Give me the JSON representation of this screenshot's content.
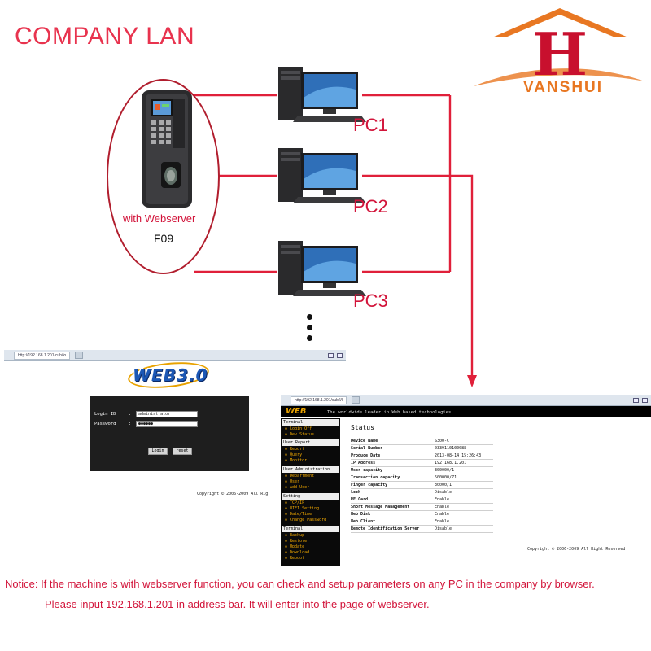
{
  "title": "COMPANY LAN",
  "logo": {
    "text": "VANSHUI",
    "letter": "H"
  },
  "device": {
    "caption": "with Webserver",
    "model": "F09"
  },
  "pcs": [
    {
      "label": "PC1"
    },
    {
      "label": "PC2"
    },
    {
      "label": "PC3"
    }
  ],
  "login_window": {
    "url": "http://192.168.1.201/cub/lo",
    "web_logo": "WEB3.0",
    "login_id_label": "Login ID",
    "login_id_value": "administrator",
    "password_label": "Password",
    "password_value": "●●●●●●",
    "login_button": "Login",
    "reset_button": "reset",
    "copyright": "Copyright © 2006-2009 All Rig"
  },
  "status_window": {
    "url": "http://192.168.1.201/cub/l/l",
    "header_logo": "WEB",
    "header_text": "The worldwide leader in Web based technologies.",
    "menu": [
      {
        "heading": "Terminal",
        "items": [
          "Login Off",
          "Dev Status"
        ]
      },
      {
        "heading": "User Report",
        "items": [
          "Report",
          "Query",
          "Monitor"
        ]
      },
      {
        "heading": "User Administration",
        "items": [
          "Department",
          "User",
          "Add User"
        ]
      },
      {
        "heading": "Setting",
        "items": [
          "TCP/IP",
          "WIFI Setting",
          "Date/Time",
          "Change Password"
        ]
      },
      {
        "heading": "Terminal",
        "items": [
          "Backup",
          "Restore",
          "Update",
          "Download",
          "Reboot"
        ]
      }
    ],
    "status_title": "Status",
    "rows": [
      {
        "key": "Device Name",
        "value": "S300-C"
      },
      {
        "key": "Serial Number",
        "value": "0339110100088"
      },
      {
        "key": "Produce Date",
        "value": "2013-08-14 15:26:43"
      },
      {
        "key": "IP Address",
        "value": "192.168.1.201"
      },
      {
        "key": "User capacity",
        "value": "300000/1"
      },
      {
        "key": "Transaction capacity",
        "value": "500000/71"
      },
      {
        "key": "Finger capacity",
        "value": "30000/1"
      },
      {
        "key": "Lock",
        "value": "Disable"
      },
      {
        "key": "RF Card",
        "value": "Enable"
      },
      {
        "key": "Short Message Management",
        "value": "Enable"
      },
      {
        "key": "Web Disk",
        "value": "Enable"
      },
      {
        "key": "Web Client",
        "value": "Enable"
      },
      {
        "key": "Remote Identification Server",
        "value": "Disable"
      }
    ],
    "copyright": "Copyright © 2006-2009 All Right Reserved"
  },
  "notice": {
    "line1": "Notice: If the machine is with webserver function, you can check and setup parameters on any PC in the company by browser.",
    "line2": "Please input 192.168.1.201 in address bar. It will enter into the page of webserver."
  },
  "colors": {
    "accent": "#d2143a",
    "wire": "#e0203a",
    "logo_orange": "#e87722",
    "logo_red": "#c8102e"
  }
}
